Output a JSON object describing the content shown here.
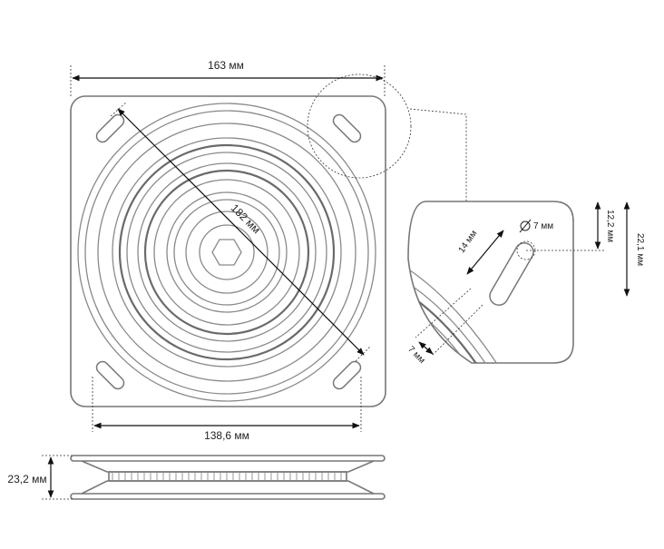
{
  "dimensions": {
    "plate_width": "163 мм",
    "diagonal": "182 мм",
    "hole_spacing": "138,6 мм",
    "height": "23,2 мм",
    "slot_length": "14 мм",
    "hole_diameter": "7 мм",
    "slot_width": "7 мм",
    "slot_offset": "12,2 мм",
    "slot_total": "22,1 мм"
  },
  "symbols": {
    "diameter_icon": "diameter-symbol"
  },
  "colors": {
    "line": "#777777",
    "dimension": "#111111",
    "background": "#ffffff"
  }
}
